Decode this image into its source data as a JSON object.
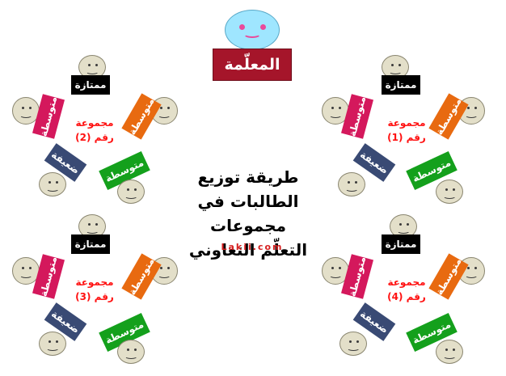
{
  "teacher": {
    "label": "المعلّمة"
  },
  "title_lines": [
    "طريقة توزيع",
    "الطالبات في مجموعات",
    "التعلّم التعاوني"
  ],
  "site": "Lakii.com",
  "cards": {
    "excellent": "ممتازة",
    "average": "متوسطة",
    "weak": "ضعيفة"
  },
  "groups": [
    {
      "line1": "مجموعة",
      "line2": "رقم (1)"
    },
    {
      "line1": "مجموعة",
      "line2": "رقم (2)"
    },
    {
      "line1": "مجموعة",
      "line2": "رقم (3)"
    },
    {
      "line1": "مجموعة",
      "line2": "رقم (4)"
    }
  ],
  "colors": {
    "teacher_bg": "#a5152a",
    "excellent": "#000000",
    "average_orange": "#e86a10",
    "average_pink": "#d4185c",
    "average_green": "#14a01c",
    "weak": "#394a74",
    "group_text": "#ff1111",
    "teacher_face": "#9fe6ff",
    "student_face": "#e3dfc9"
  }
}
